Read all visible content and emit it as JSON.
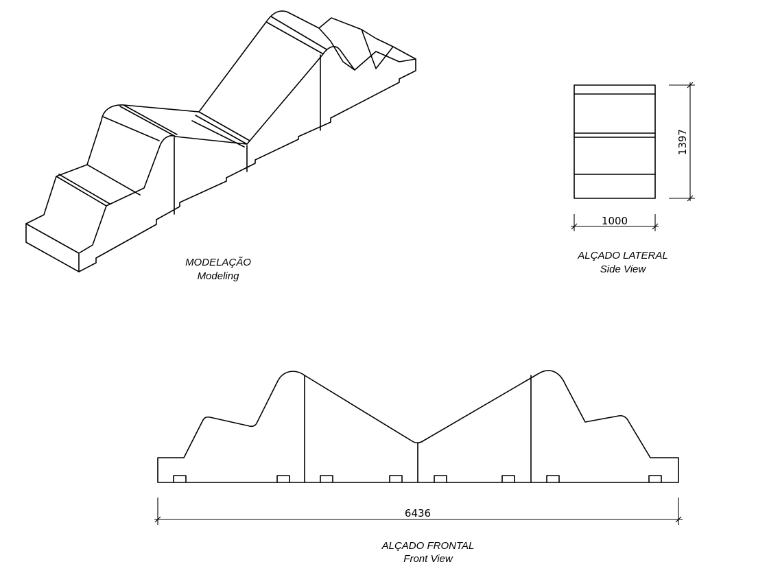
{
  "modeling": {
    "title": "MODELAÇÃO",
    "subtitle": "Modeling"
  },
  "side_view": {
    "title": "ALÇADO LATERAL",
    "subtitle": "Side View",
    "width_label": "1000",
    "height_label": "1397"
  },
  "front_view": {
    "title": "ALÇADO FRONTAL",
    "subtitle": "Front View",
    "length_label": "6436"
  }
}
